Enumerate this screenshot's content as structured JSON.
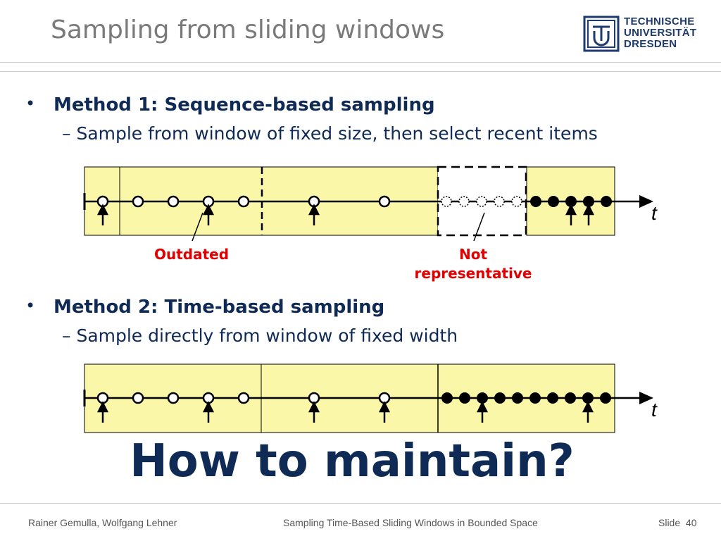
{
  "slide": {
    "title": "Sampling from sliding windows",
    "logo": {
      "lines": [
        "TECHNISCHE",
        "UNIVERSITÄT",
        "DRESDEN"
      ],
      "color": "#1e3a6e"
    },
    "method1": {
      "heading": "Method 1: Sequence-based sampling",
      "detail": "– Sample from window of fixed size, then select recent items",
      "annotation_outdated": "Outdated",
      "annotation_not_rep_1": "Not",
      "annotation_not_rep_2": "representative",
      "axis_label": "t"
    },
    "method2": {
      "heading": "Method 2: Time-based sampling",
      "detail": "– Sample directly from window of fixed width",
      "axis_label": "t"
    },
    "question": "How to maintain?",
    "footer": {
      "authors": "Rainer Gemulla, Wolfgang Lehner",
      "talk_title": "Sampling Time-Based Sliding Windows in Bounded Space",
      "slide_label": "Slide",
      "slide_number": "40"
    }
  },
  "colors": {
    "window_fill": "#fbf7a8",
    "text": "#0f2a55",
    "annotation": "#e00000",
    "title": "#7a7a7a"
  }
}
